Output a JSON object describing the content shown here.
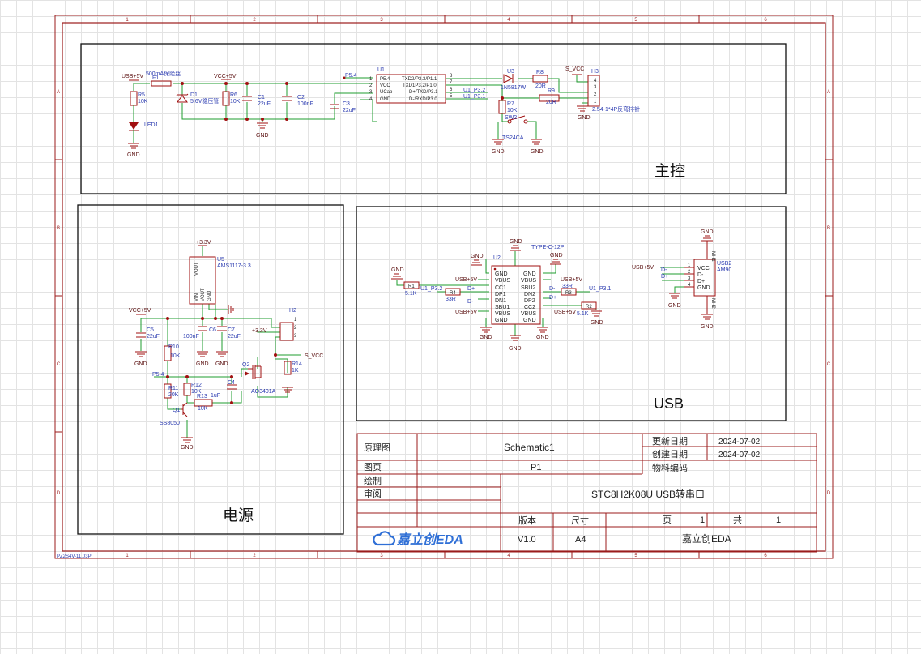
{
  "colors": {
    "frame": "#9b1b1b",
    "wire": "#1f9d2f",
    "component": "#a01010",
    "label_blue": "#2b3bb0",
    "text_dark": "#222222",
    "logo_blue": "#2f6fd6",
    "grid": "#e3e3e3"
  },
  "ruler": {
    "columns": [
      "1",
      "2",
      "3",
      "4",
      "5",
      "6"
    ],
    "rows": [
      "A",
      "B",
      "C",
      "D"
    ],
    "footer_note": "PZ2S4V-11.03P"
  },
  "sections": {
    "main_title": "主控",
    "power_title": "电源",
    "usb_title": "USB"
  },
  "main": {
    "usb5v": "USB+5V",
    "fuse_name": "F1",
    "fuse_value": "500mA保险丝",
    "vcc5v": "VCC+5V",
    "r5": "R5",
    "r5_value": "10K",
    "led": "LED1",
    "d1": "D1",
    "d1_value": "5.6V稳压管",
    "r6": "R6",
    "r6_value": "10K",
    "c1": "C1",
    "c1_value": "22uF",
    "c2": "C2",
    "c2_value": "100nF",
    "c3": "C3",
    "c3_value": "22uF",
    "p54": "P5.4",
    "u1": "U1",
    "u1_pins_left": [
      "P5.4",
      "VCC",
      "UCap",
      "GND"
    ],
    "u1_pins_right": [
      "TXD2/P3.3/P1.1",
      "TXD1P3.2/P1.0",
      "D+/TXD/P3.1",
      "D-/RXD/P3.0"
    ],
    "u1_pin_nums_left": [
      "1",
      "2",
      "3",
      "4"
    ],
    "u1_pin_nums_right": [
      "8",
      "7",
      "6",
      "5"
    ],
    "net_u1_p32": "U1_P3.2",
    "net_u1_p31": "U1_P3.1",
    "u3": "U3",
    "u3_value": "1N5817W",
    "r8": "R8",
    "r8_value": "20R",
    "r9": "R9",
    "r9_value": "20R",
    "r7": "R7",
    "r7_value": "10K",
    "sw2": "SW2",
    "sw2_value": "TS24CA",
    "s_vcc": "S_VCC",
    "h3": "H3",
    "h3_value": "2.54-1*4P反弯排针",
    "h3_pins": [
      "4",
      "3",
      "2",
      "1"
    ],
    "gnd": "GND"
  },
  "power": {
    "v33": "+3.3V",
    "u5": "U5",
    "u5_value": "AMS1117-3.3",
    "u5_pins": [
      "VOUT",
      "VIN",
      "VOUT",
      "GND"
    ],
    "vcc5v": "VCC+5V",
    "c5": "C5",
    "c5_value": "22uF",
    "c6": "C6",
    "c6_value": "100nF",
    "c7": "C7",
    "c7_value": "22uF",
    "h2": "H2",
    "h2_pins": [
      "1",
      "2",
      "3"
    ],
    "v33b": "+3.3V",
    "s_vcc": "S_VCC",
    "r10": "R10",
    "r10_value": "10K",
    "p54": "P5.4",
    "r11": "R11",
    "r11_value": "20K",
    "r12": "R12",
    "r12_value": "10K",
    "c4": "C4",
    "c4_value": "1uF",
    "r13": "R13",
    "r13_value": "10K",
    "q2": "Q2",
    "q2_value": "AO3401A",
    "r14": "R14",
    "r14_value": "1K",
    "q1": "Q1",
    "q1_value": "SS8050",
    "gnd": "GND"
  },
  "usb": {
    "u2": "U2",
    "u2_value": "TYPE-C-12P",
    "u2_left_pins": [
      "GND",
      "VBUS",
      "CC1",
      "DP1",
      "DN1",
      "SBU1",
      "VBUS",
      "GND"
    ],
    "u2_right_pins": [
      "GND",
      "VBUS",
      "SBU2",
      "DN2",
      "DP2",
      "CC2",
      "VBUS",
      "GND"
    ],
    "usb5v": "USB+5V",
    "r1": "R1",
    "r1_value": "5.1K",
    "r2": "R2",
    "r2_value": "5.1K",
    "r3": "R3",
    "r3_value": "33R",
    "r4": "R4",
    "r4_value": "33R",
    "net_u1_p32": "U1_P3.2",
    "net_u1_p31": "U1_P3.1",
    "dplus": "D+",
    "dminus": "D-",
    "usb2": "USB2",
    "usb2_value": "AM90",
    "usb2_pins": [
      "VCC",
      "D-",
      "D+",
      "GND"
    ],
    "usb2_pin_nums": [
      "1",
      "2",
      "3",
      "4"
    ],
    "mh1": "MH1",
    "mh2": "MH2",
    "gnd": "GND"
  },
  "title_block": {
    "label_schematic": "原理图",
    "schematic_name": "Schematic1",
    "label_updated": "更新日期",
    "updated_date": "2024-07-02",
    "label_created": "创建日期",
    "created_date": "2024-07-02",
    "label_page": "图页",
    "page_name": "P1",
    "label_part_code": "物料编码",
    "label_drawn": "绘制",
    "label_reviewed": "审阅",
    "project_title": "STC8H2K08U USB转串口",
    "label_version": "版本",
    "label_size": "尺寸",
    "label_page_num": "页",
    "page_num": "1",
    "label_total": "共",
    "total_pages": "1",
    "version": "V1.0",
    "size": "A4",
    "company": "嘉立创EDA",
    "logo_text": "嘉立创EDA"
  }
}
